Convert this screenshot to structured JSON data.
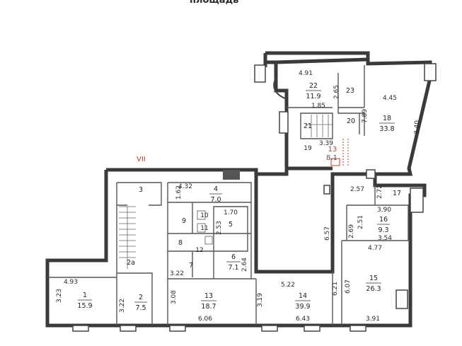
{
  "header": {
    "title": "площадь"
  },
  "floor_label": "VII",
  "rooms": [
    {
      "id": "r1",
      "num": "1",
      "area": "15.9"
    },
    {
      "id": "r2",
      "num": "2",
      "area": "7.5"
    },
    {
      "id": "r2a",
      "num": "2а",
      "area": ""
    },
    {
      "id": "r3",
      "num": "3",
      "area": ""
    },
    {
      "id": "r4",
      "num": "4",
      "area": "7.0"
    },
    {
      "id": "r5",
      "num": "5",
      "area": ""
    },
    {
      "id": "r6",
      "num": "6",
      "area": "7.1"
    },
    {
      "id": "r7",
      "num": "7",
      "area": ""
    },
    {
      "id": "r8",
      "num": "8",
      "area": ""
    },
    {
      "id": "r9",
      "num": "9",
      "area": ""
    },
    {
      "id": "r10",
      "num": "10",
      "area": ""
    },
    {
      "id": "r11",
      "num": "11",
      "area": ""
    },
    {
      "id": "r12",
      "num": "12",
      "area": ""
    },
    {
      "id": "r13",
      "num": "13",
      "area": "18.7"
    },
    {
      "id": "r14",
      "num": "14",
      "area": "39.9"
    },
    {
      "id": "r15",
      "num": "15",
      "area": "26.3"
    },
    {
      "id": "r16",
      "num": "16",
      "area": "9.3"
    },
    {
      "id": "r17",
      "num": "17",
      "area": ""
    },
    {
      "id": "r18",
      "num": "18",
      "area": "33.8"
    },
    {
      "id": "r19",
      "num": "19",
      "area": ""
    },
    {
      "id": "r20",
      "num": "20",
      "area": ""
    },
    {
      "id": "r21",
      "num": "21",
      "area": ""
    },
    {
      "id": "r22",
      "num": "22",
      "area": "11.9"
    },
    {
      "id": "r23",
      "num": "23",
      "area": ""
    }
  ],
  "red_room": {
    "num": "13",
    "area": "8.1"
  },
  "dimensions": [
    "4.91",
    "2.65",
    "1.85",
    "4.45",
    "7.89",
    "7.40",
    "3.39",
    "4.32",
    "1.62",
    "1.70",
    "2.53",
    "2.64",
    "3.22",
    "4.93",
    "3.23",
    "3.22",
    "3.08",
    "6.06",
    "5.22",
    "3.19",
    "6.43",
    "6.57",
    "2.69",
    "2.51",
    "3.90",
    "3.54",
    "4.77",
    "6.07",
    "6.21",
    "3.91",
    "2.57",
    "2.72"
  ]
}
